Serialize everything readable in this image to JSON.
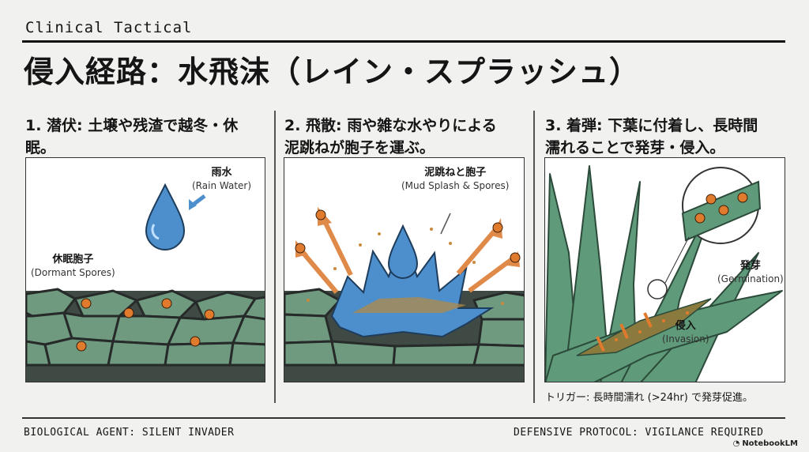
{
  "header": {
    "brand": "Clinical Tactical",
    "title": "侵入経路：水飛沫（レイン・スプラッシュ）"
  },
  "columns": [
    {
      "heading_line1": "1. 潜伏: 土壌や残渣で越冬・休",
      "heading_line2": "眠。",
      "labels": [
        {
          "jp": "雨水",
          "en": "(Rain Water)"
        },
        {
          "jp": "休眠胞子",
          "en": "(Dormant Spores)"
        }
      ]
    },
    {
      "heading_line1": "2. 飛散: 雨や雑な水やりによる",
      "heading_line2": "泥跳ねが胞子を運ぶ。",
      "labels": [
        {
          "jp": "泥跳ねと胞子",
          "en": "(Mud Splash & Spores)"
        }
      ]
    },
    {
      "heading_line1": "3. 着弾: 下葉に付着し、長時間",
      "heading_line2": "濡れることで発芽・侵入。",
      "labels": [
        {
          "jp": "発芽",
          "en": "(Germination)"
        },
        {
          "jp": "侵入",
          "en": "(Invasion)"
        }
      ],
      "note": "トリガー: 長時間濡れ (>24hr) で発芽促進。"
    }
  ],
  "footer": {
    "left": "BIOLOGICAL AGENT: SILENT INVADER",
    "right": "DEFENSIVE PROTOCOL: VIGILANCE REQUIRED",
    "logo": "NotebookLM"
  },
  "icons": [
    "water-drop-icon",
    "spore-biohazard-icon",
    "splash-arrow-icon",
    "invasion-arrow-icon",
    "notebooklm-logo-icon"
  ],
  "colors": {
    "soil": "#6f9a80",
    "soil_dark": "#3f4a45",
    "water": "#4d8fcc",
    "spore": "#e07b2e",
    "leaf": "#5f9a7a"
  }
}
